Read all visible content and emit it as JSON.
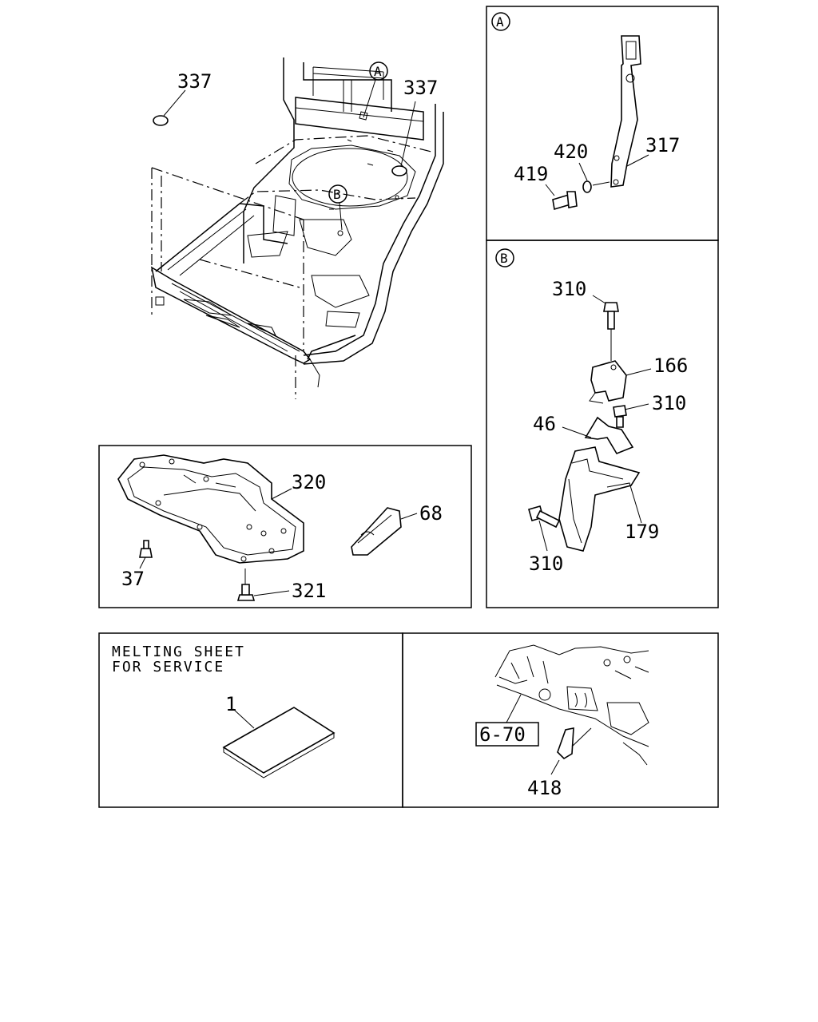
{
  "callouts": {
    "main": {
      "l337a": "337",
      "l337b": "337",
      "circle_a": "A",
      "circle_b": "B"
    },
    "panel_a": {
      "title": "A",
      "l419": "419",
      "l420": "420",
      "l317": "317"
    },
    "panel_b": {
      "title": "B",
      "l310_top": "310",
      "l166": "166",
      "l310_mid": "310",
      "l46": "46",
      "l179": "179",
      "l310_bot": "310"
    },
    "cover_panel": {
      "l320": "320",
      "l68": "68",
      "l37": "37",
      "l321": "321"
    },
    "sheet_panel": {
      "heading_line1": "MELTING SHEET",
      "heading_line2": "FOR SERVICE",
      "l1": "1"
    },
    "ref_panel": {
      "ref_box": "6-70",
      "l418": "418"
    }
  }
}
